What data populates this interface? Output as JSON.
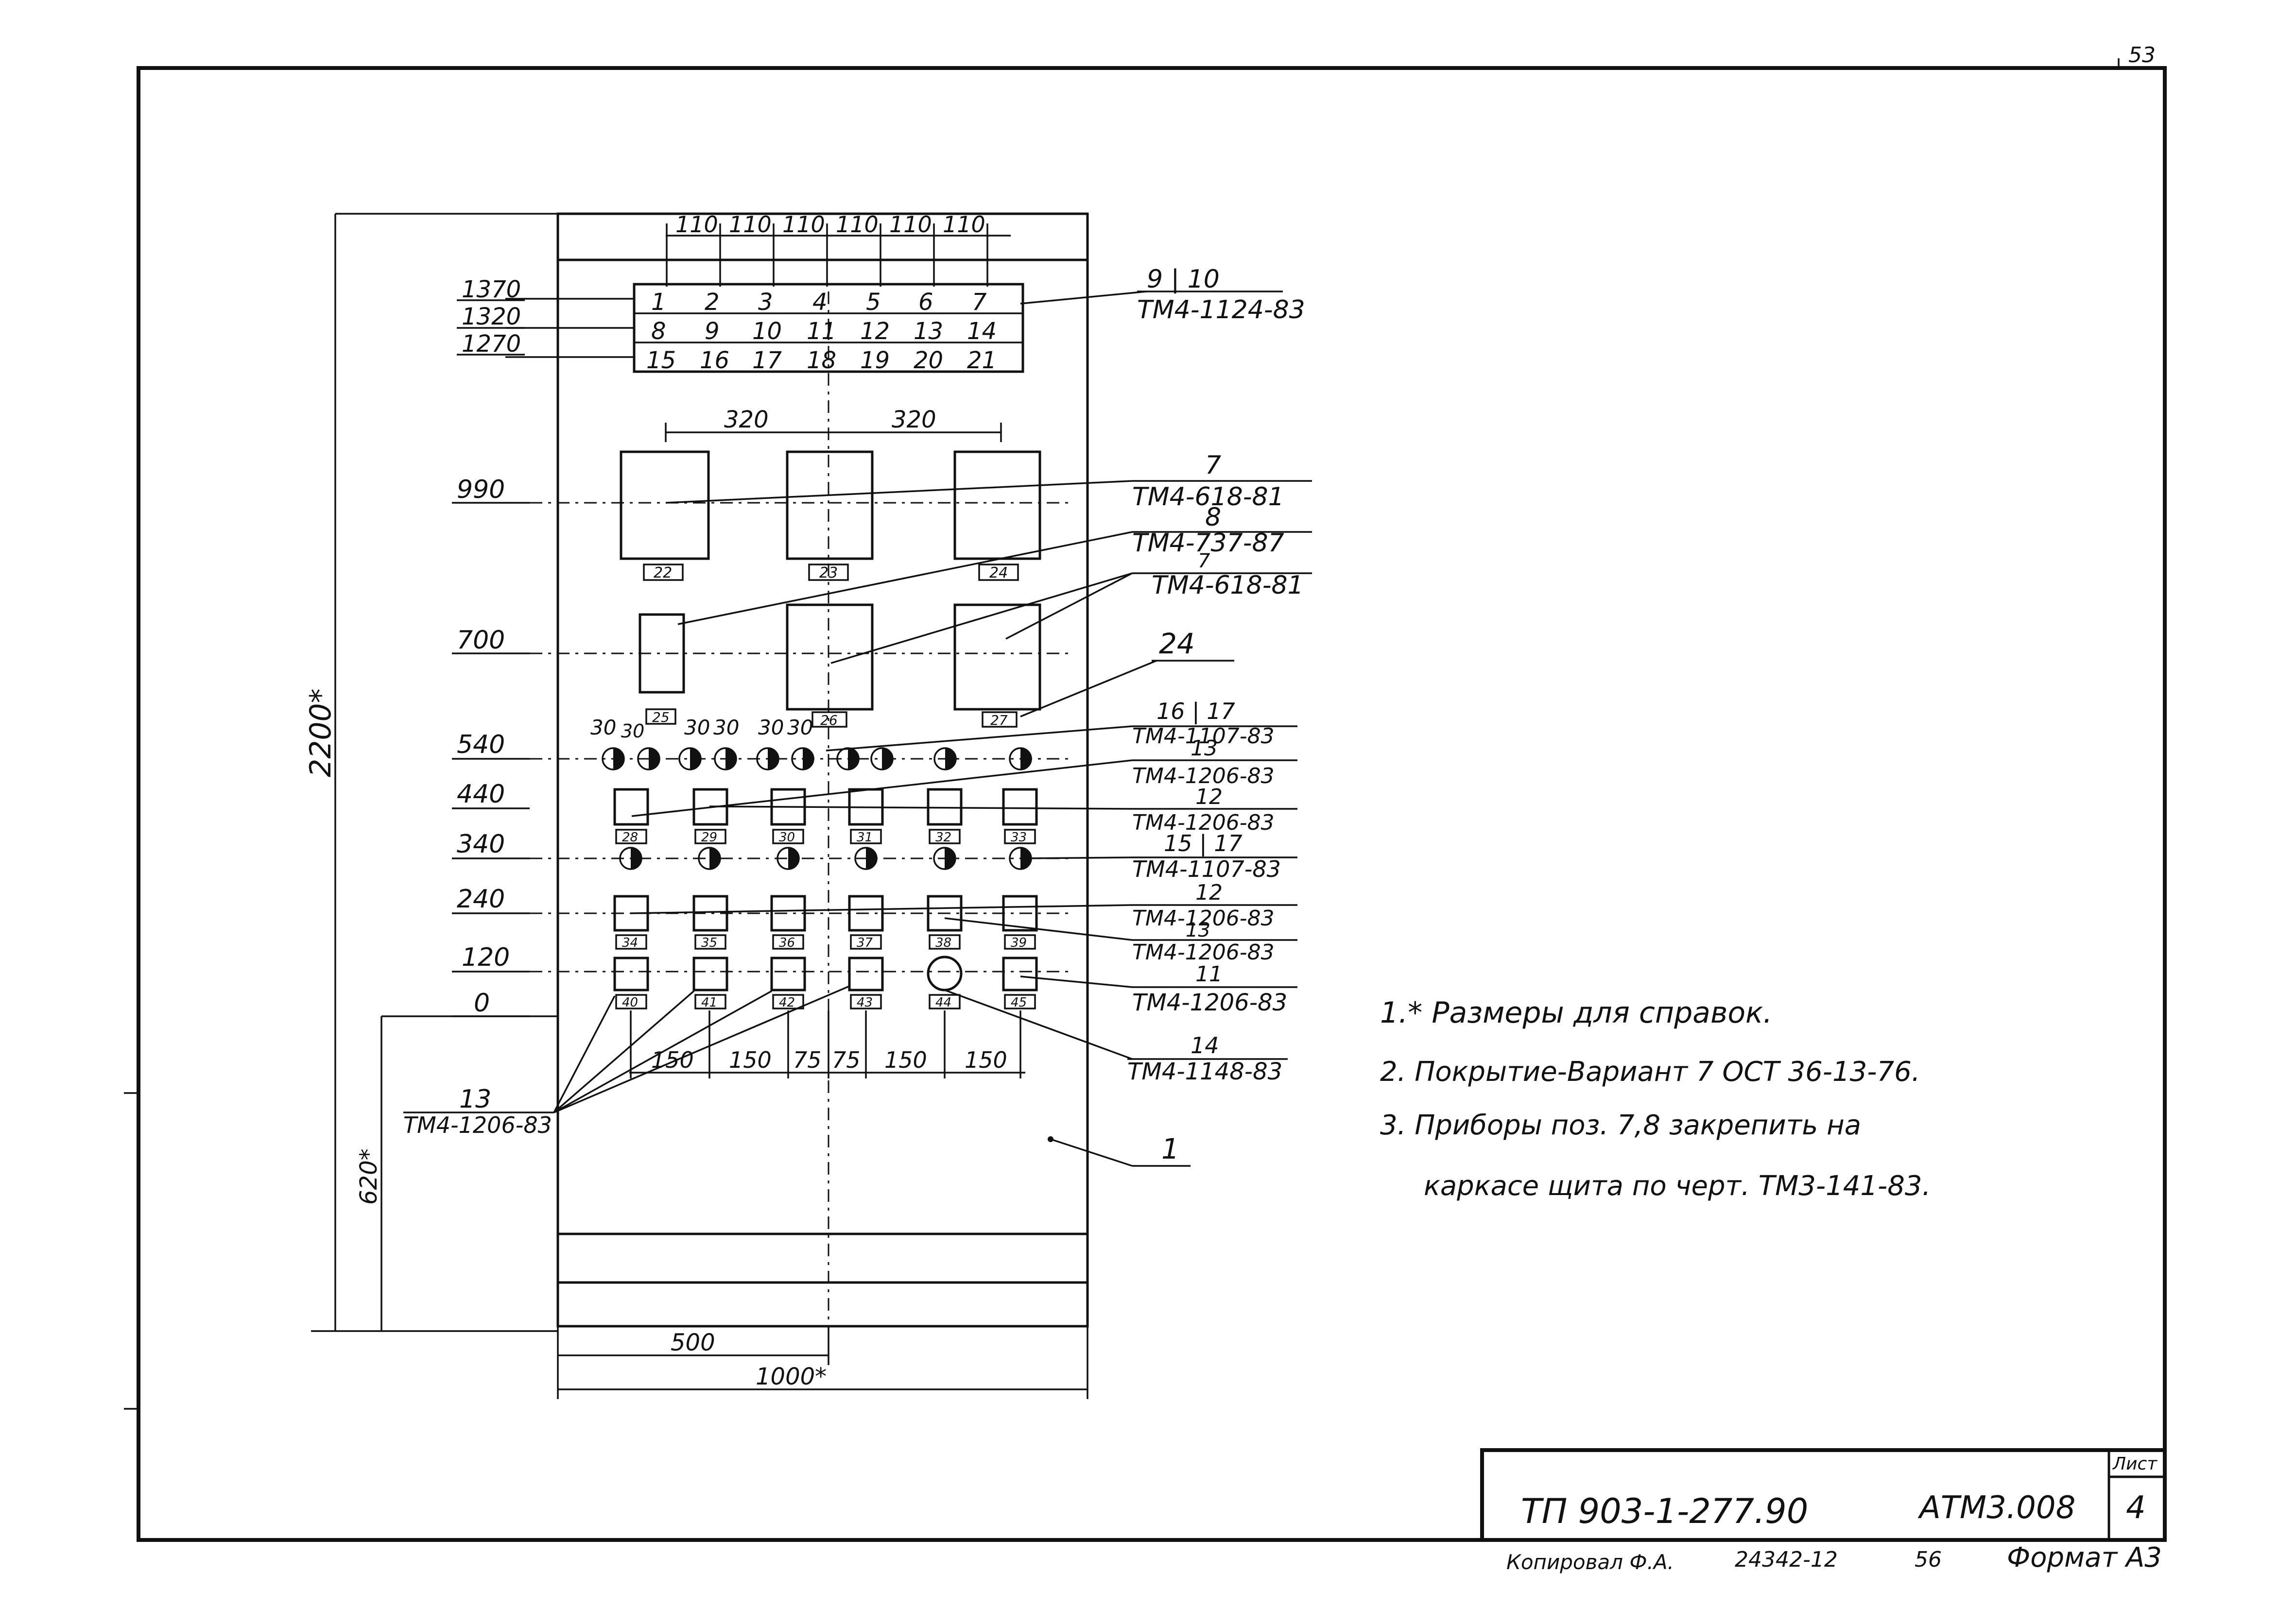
{
  "sheet_corner": "53",
  "row_levels": [
    "1370",
    "1320",
    "1270",
    "990",
    "700",
    "540",
    "440",
    "340",
    "240",
    "120",
    "0"
  ],
  "top_dims": [
    "110",
    "110",
    "110",
    "110",
    "110",
    "110"
  ],
  "grid_numbers": [
    [
      "1",
      "2",
      "3",
      "4",
      "5",
      "6",
      "7"
    ],
    [
      "8",
      "9",
      "10",
      "11",
      "12",
      "13",
      "14"
    ],
    [
      "15",
      "16",
      "17",
      "18",
      "19",
      "20",
      "21"
    ]
  ],
  "dim_320": [
    "320",
    "320"
  ],
  "dims_30": [
    "30",
    "30",
    "30",
    "30",
    "30",
    "30"
  ],
  "instrument_tags": {
    "row990": [
      "22",
      "23",
      "24"
    ],
    "row700": [
      "25",
      "26",
      "27"
    ],
    "row440": [
      "28",
      "29",
      "30",
      "31",
      "32",
      "33"
    ],
    "row240": [
      "34",
      "35",
      "36",
      "37",
      "38",
      "39"
    ],
    "row120": [
      "40",
      "41",
      "42",
      "43",
      "44",
      "45"
    ]
  },
  "bottom_dims": [
    "150",
    "150",
    "75",
    "75",
    "150",
    "150"
  ],
  "callouts": [
    {
      "num": "9 | 10",
      "doc": "ТМ4-1124-83"
    },
    {
      "num": "7",
      "doc": "ТМ4-618-81"
    },
    {
      "num": "8",
      "doc": "ТМ4-737-87"
    },
    {
      "num": "7",
      "doc": "ТМ4-618-81"
    },
    {
      "num": "24",
      "doc": ""
    },
    {
      "num": "16 | 17",
      "doc": "ТМ4-1107-83"
    },
    {
      "num": "13",
      "doc": "ТМ4-1206-83"
    },
    {
      "num": "12",
      "doc": "ТМ4-1206-83"
    },
    {
      "num": "15 | 17",
      "doc": "ТМ4-1107-83"
    },
    {
      "num": "12",
      "doc": "ТМ4-1206-83"
    },
    {
      "num": "13",
      "doc": "ТМ4-1206-83"
    },
    {
      "num": "11",
      "doc": "ТМ4-1206-83"
    },
    {
      "num": "14",
      "doc": "ТМ4-1148-83"
    },
    {
      "num": "1",
      "doc": ""
    }
  ],
  "left_callout": {
    "num": "13",
    "doc": "ТМ4-1206-83"
  },
  "overall_height": "2200*",
  "base_height": "620*",
  "width_500": "500",
  "width_1000": "1000*",
  "notes": [
    "1.* Размеры для справок.",
    "2. Покрытие-Вариант 7 ОСТ 36-13-76.",
    "3. Приборы поз. 7,8 закрепить на",
    "каркасе щита по черт. ТМ3-141-83."
  ],
  "title_block": {
    "doc_number": "ТП 903-1-277.90",
    "doc_code": "АТМ3.008",
    "sheet_label": "Лист",
    "sheet_number": "4",
    "copied": "Копировал Ф.А.",
    "order": "24342-12",
    "page": "56",
    "format": "Формат А3"
  }
}
